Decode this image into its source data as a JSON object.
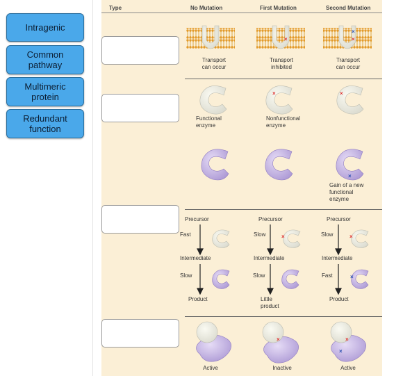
{
  "choices": [
    "Intragenic",
    "Common\npathway",
    "Multimeric\nprotein",
    "Redundant\nfunction"
  ],
  "headers": {
    "type": "Type",
    "no_mutation": "No Mutation",
    "first_mutation": "First Mutation",
    "second_mutation": "Second Mutation"
  },
  "row1": {
    "col1": "Transport\ncan occur",
    "col2": "Transport\ninhibited",
    "col3": "Transport\ncan occur"
  },
  "row2": {
    "col1": "Functional\nenzyme",
    "col2": "Nonfunctional\nenzyme",
    "col3": "Gain of a new\nfunctional\nenzyme"
  },
  "row3": {
    "precursor": "Precursor",
    "intermediate": "Intermediate",
    "product": "Product",
    "little_product": "Little\nproduct",
    "fast": "Fast",
    "slow": "Slow"
  },
  "row4": {
    "col1": "Active",
    "col2": "Inactive",
    "col3": "Active"
  },
  "colors": {
    "panel": "#fbefd6",
    "chip": "#4aa8ea",
    "mutation_red": "#e03030",
    "mutation_blue": "#2a4fb0",
    "protein_purple": "#c8b8e6"
  }
}
